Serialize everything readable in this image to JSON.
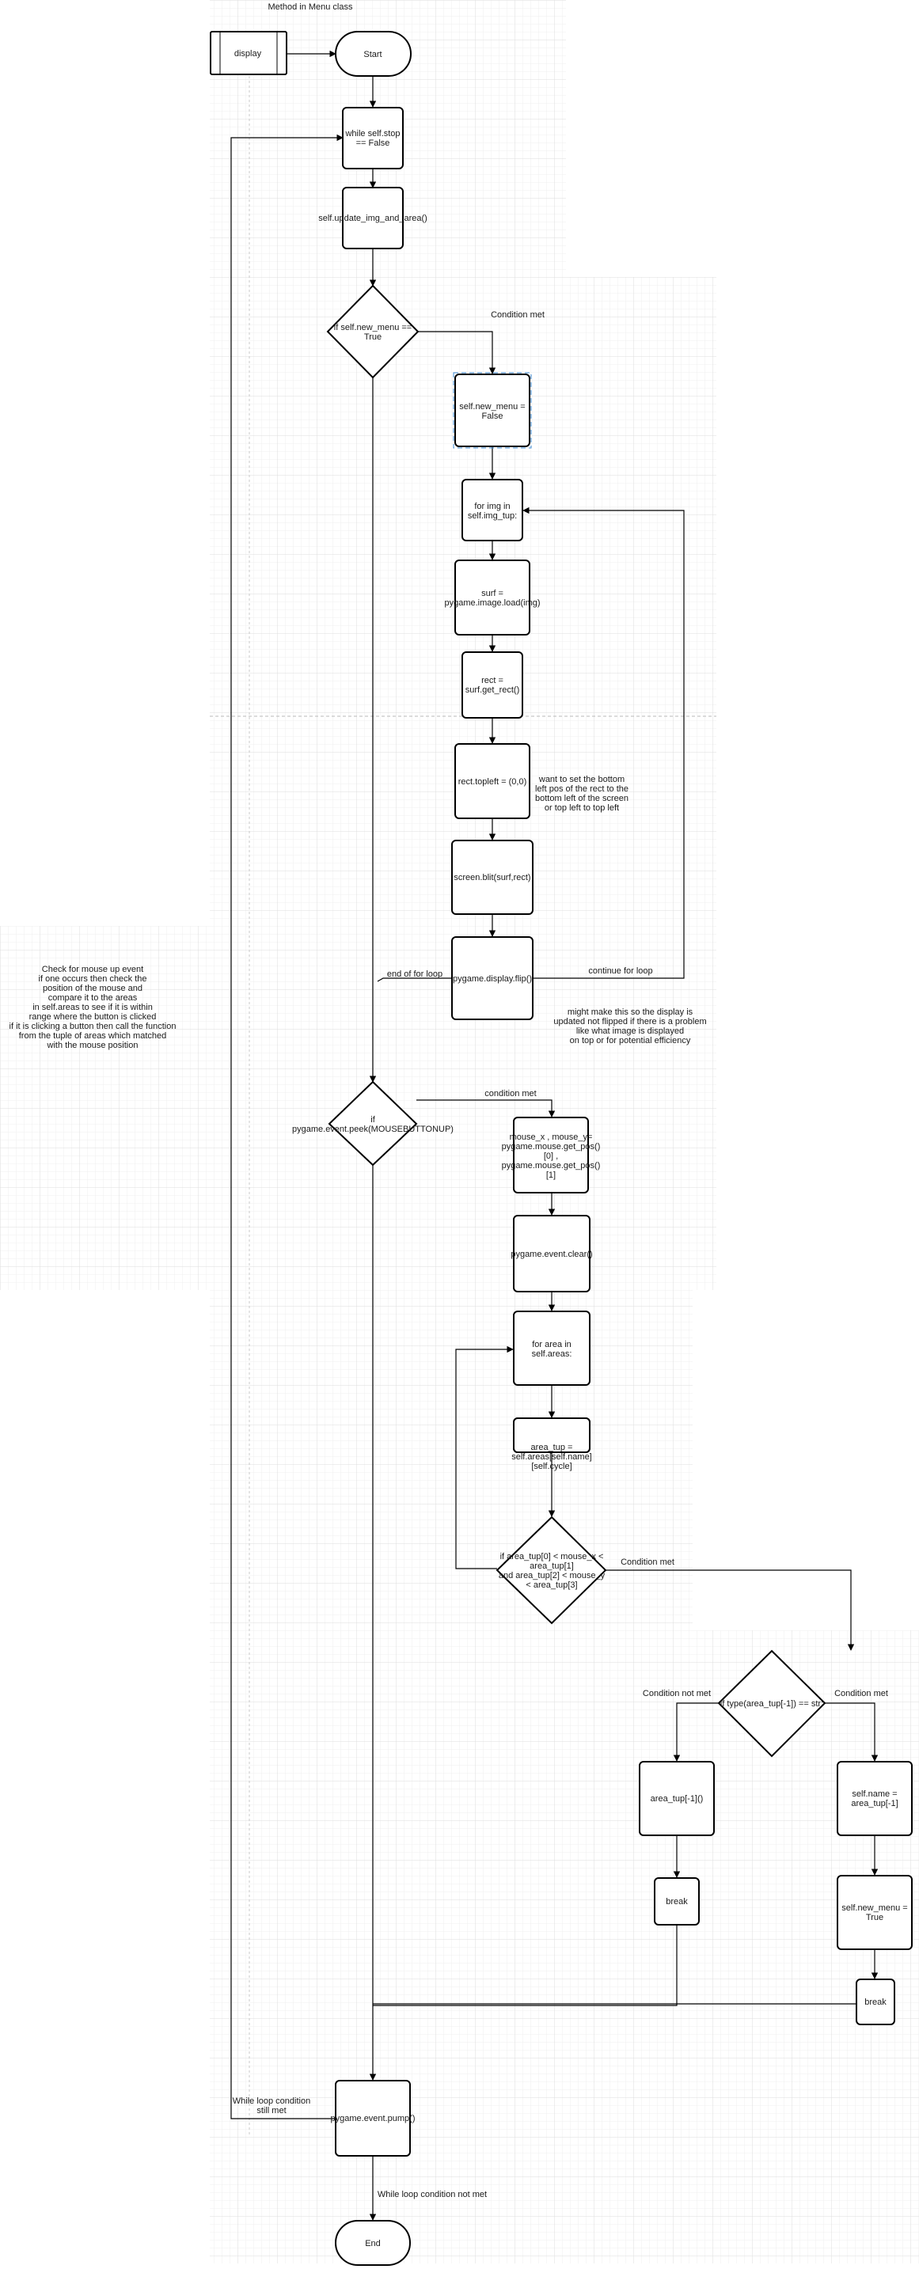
{
  "title": "Method in Menu class",
  "nodes": {
    "display": "display",
    "start": "Start",
    "while_stop": [
      "while self.stop",
      "== False"
    ],
    "update_img": [
      "self.update_img_and_area()"
    ],
    "if_new_menu": [
      "if self.new_menu ==",
      "True"
    ],
    "set_new_menu_false": [
      "self.new_menu =",
      "False"
    ],
    "for_img": [
      "for img in",
      "self.img_tup:"
    ],
    "surf_load": [
      "surf =",
      "pygame.image.load(img)"
    ],
    "rect_get": [
      "rect =",
      "surf.get_rect()"
    ],
    "rect_topleft": [
      "rect.topleft = (0,0)"
    ],
    "screen_blit": [
      "screen.blit(surf,rect)"
    ],
    "display_flip": [
      "pygame.display.flip()"
    ],
    "if_mouse_event": [
      "if",
      "pygame.event.peek(MOUSEBUTTONUP)"
    ],
    "mouse_pos": [
      "mouse_x , mouse_y=",
      "pygame.mouse.get_pos()",
      "[0] ,",
      "pygame.mouse.get_pos()",
      "[1]"
    ],
    "event_clear": [
      "pygame.event.clear()"
    ],
    "for_area": [
      "for area in",
      "self.areas:"
    ],
    "area_tup": [
      "area_tup =",
      "self.areas[self.name]",
      "[self.cycle]"
    ],
    "if_area_bounds": [
      "if area_tup[0] < mouse_x <",
      "area_tup[1]",
      "and area_tup[2] < mouse_y",
      "< area_tup[3]"
    ],
    "if_type_str": [
      "if type(area_tup[-1]) == str:"
    ],
    "call_area": [
      "area_tup[-1]()"
    ],
    "set_name": [
      "self.name =",
      "area_tup[-1]"
    ],
    "break_left": [
      "break"
    ],
    "set_new_menu_true": [
      "self.new_menu =",
      "True"
    ],
    "break_right": [
      "break"
    ],
    "event_pump": [
      "pygame.event.pump()"
    ],
    "end": "End"
  },
  "edge_labels": {
    "condition_met_1": "Condition met",
    "condition_met_2": "condition met",
    "condition_met_3": "Condition met",
    "condition_met_4": "Condition met",
    "condition_not_met": "Condition not met",
    "end_of_for_loop": "end of for loop",
    "continue_for_loop": "continue for loop",
    "while_still_met": [
      "While loop condition",
      "still met"
    ],
    "while_not_met": "While loop condition not met"
  },
  "notes": {
    "bottom_left_note": [
      "want to set the bottom",
      "left pos of the rect to the",
      "bottom left of the screen",
      "or top left to top left"
    ],
    "flip_note": [
      "might make this so the display is",
      "updated not flipped if there is a problem",
      "like what image is displayed",
      "on top or for potential efficiency"
    ],
    "mouse_note": [
      "Check for mouse up event",
      "if one occurs then check the",
      "position of the mouse and",
      "compare it to the areas",
      "in self.areas to see if it is within",
      "range where the button is clicked",
      "if it is clicking a button then call the function",
      "from the tuple of areas which matched",
      "with the mouse position"
    ]
  },
  "colors": {
    "line": "#000000",
    "selection": "#3d8bd4",
    "grid": "#ececec"
  }
}
